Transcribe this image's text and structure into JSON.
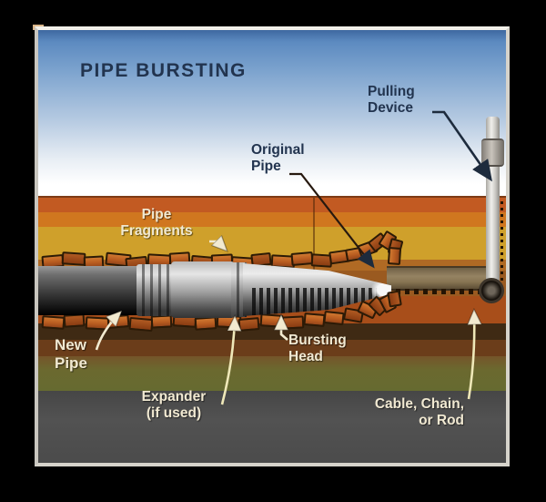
{
  "title": "PIPE BURSTING",
  "labels": {
    "pulling_device": "Pulling\nDevice",
    "original_pipe": "Original\nPipe",
    "pipe_fragments": "Pipe\nFragments",
    "new_pipe": "New\nPipe",
    "bursting_head": "Bursting\nHead",
    "expander": "Expander\n(if used)",
    "cable_chain": "Cable, Chain,\nor Rod"
  },
  "colors": {
    "canvas_background": "#000000",
    "frame_border": "#e6e3dc",
    "sky_top": "#3e68a0",
    "sky_bottom": "#ffffff",
    "title_text": "#22344f",
    "dark_label_text": "#22344f",
    "light_label_text": "#f1e9d2",
    "soil_topsoil_red": "#c25a22",
    "soil_orange": "#d0771f",
    "soil_mustard": "#cfa02b",
    "soil_brown": "#9a5a20",
    "soil_rust": "#a84e1a",
    "soil_dark_brown": "#3f2a14",
    "soil_olive_green": "#6b692f",
    "soil_gray": "#4f4f4f",
    "pipe_fragment_fill": "#b85c20",
    "new_pipe_steel_dark": "#0c0c0c",
    "expander_steel_light": "#e6e6e6",
    "original_pipe_fill": "#958362",
    "cable_dash": "#241404"
  }
}
